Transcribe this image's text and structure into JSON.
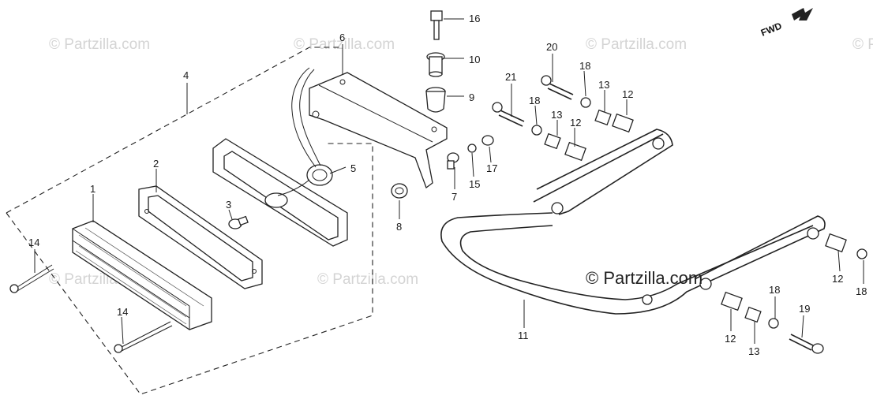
{
  "watermark": "© Partzilla.com",
  "main_watermark": "© Partzilla.com",
  "fwd_label": "FWD",
  "colors": {
    "ink": "#222222",
    "watermark": "#d4d4d4",
    "background": "#ffffff"
  },
  "callouts": {
    "c1": "1",
    "c2": "2",
    "c3": "3",
    "c4": "4",
    "c5": "5",
    "c6": "6",
    "c7": "7",
    "c8": "8",
    "c9": "9",
    "c10": "10",
    "c11": "11",
    "c12a": "12",
    "c12b": "12",
    "c12c": "12",
    "c12d": "12",
    "c13a": "13",
    "c13b": "13",
    "c13c": "13",
    "c14a": "14",
    "c14b": "14",
    "c15": "15",
    "c16": "16",
    "c17": "17",
    "c18a": "18",
    "c18b": "18",
    "c18c": "18",
    "c18d": "18",
    "c19": "19",
    "c20": "20",
    "c21": "21"
  }
}
